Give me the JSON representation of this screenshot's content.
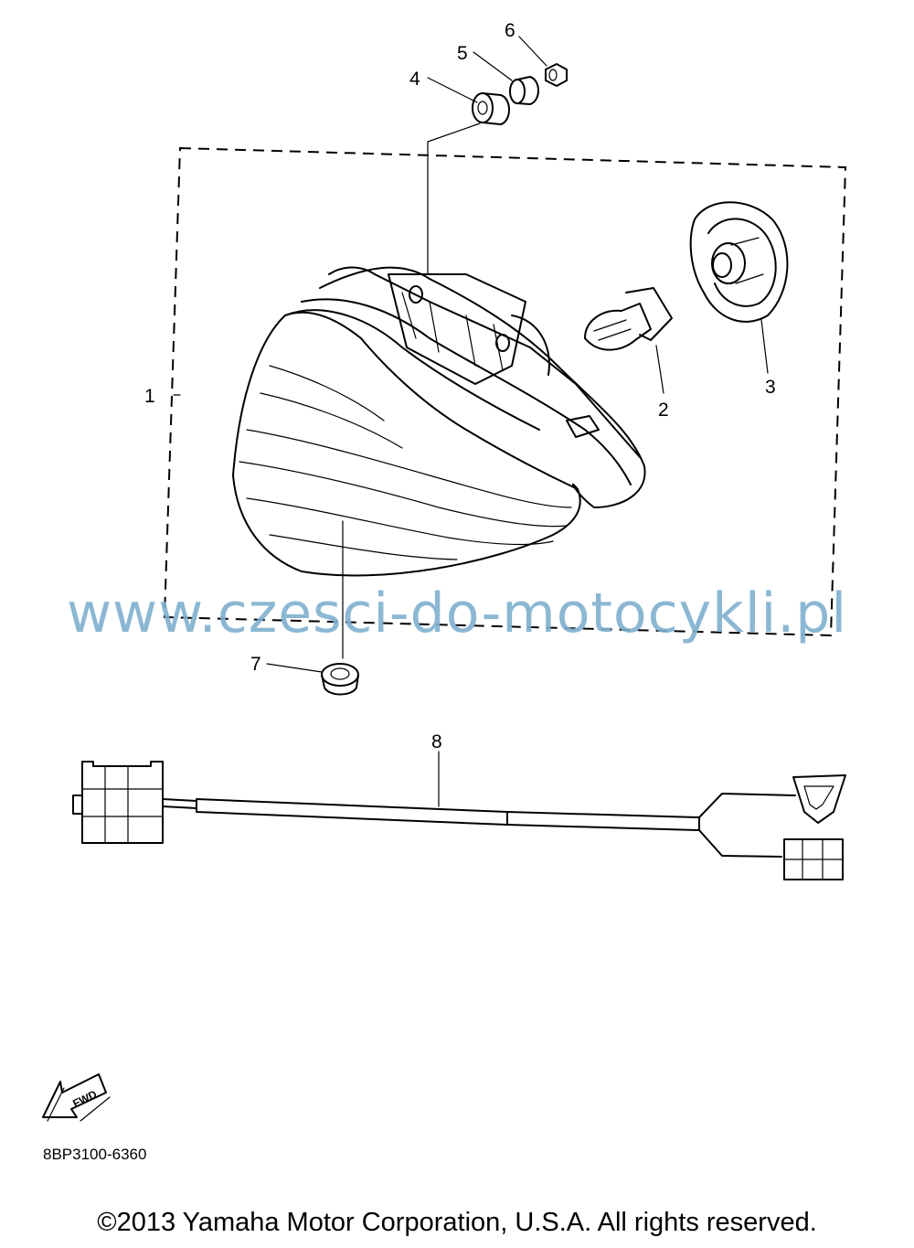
{
  "diagram": {
    "watermark": "www.czesci-do-motocykli.pl",
    "callouts": [
      {
        "id": "1",
        "label": "1"
      },
      {
        "id": "2",
        "label": "2"
      },
      {
        "id": "3",
        "label": "3"
      },
      {
        "id": "4",
        "label": "4"
      },
      {
        "id": "5",
        "label": "5"
      },
      {
        "id": "6",
        "label": "6"
      },
      {
        "id": "7",
        "label": "7"
      },
      {
        "id": "8",
        "label": "8"
      }
    ],
    "fwd_label": "FWD",
    "drawing_code": "8BP3100-6360",
    "copyright": "©2013 Yamaha Motor Corporation, U.S.A. All rights reserved."
  }
}
